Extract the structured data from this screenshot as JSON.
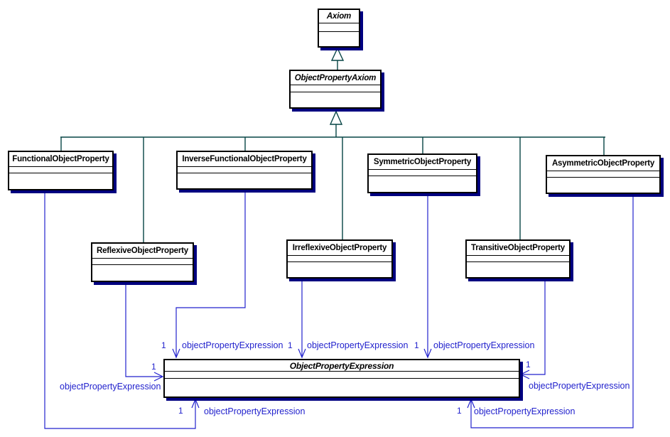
{
  "colors": {
    "association": "#2222cd",
    "generalization": "#074545",
    "box_shadow": "#000080",
    "box_border": "#000000",
    "box_fill": "#ffffff",
    "background": "#ffffff",
    "title_text": "#000000"
  },
  "classes": {
    "axiom": {
      "label": "Axiom",
      "abstract": true
    },
    "object_property_axiom": {
      "label": "ObjectPropertyAxiom",
      "abstract": true
    },
    "functional": {
      "label": "FunctionalObjectProperty",
      "abstract": false
    },
    "inverse_functional": {
      "label": "InverseFunctionalObjectProperty",
      "abstract": false
    },
    "symmetric": {
      "label": "SymmetricObjectProperty",
      "abstract": false
    },
    "asymmetric": {
      "label": "AsymmetricObjectProperty",
      "abstract": false
    },
    "reflexive": {
      "label": "ReflexiveObjectProperty",
      "abstract": false
    },
    "irreflexive": {
      "label": "IrreflexiveObjectProperty",
      "abstract": false
    },
    "transitive": {
      "label": "TransitiveObjectProperty",
      "abstract": false
    },
    "object_property_expression": {
      "label": "ObjectPropertyExpression",
      "abstract": true
    }
  },
  "associations": {
    "functional": {
      "multiplicity": "1",
      "label": "objectPropertyExpression"
    },
    "inverse_functional": {
      "multiplicity": "1",
      "label": "objectPropertyExpression"
    },
    "symmetric": {
      "multiplicity": "1",
      "label": "objectPropertyExpression"
    },
    "asymmetric": {
      "multiplicity": "1",
      "label": "objectPropertyExpression"
    },
    "reflexive": {
      "multiplicity": "1",
      "label": "objectPropertyExpression"
    },
    "irreflexive": {
      "multiplicity": "1",
      "label": "objectPropertyExpression"
    },
    "transitive": {
      "multiplicity": "1",
      "label": "objectPropertyExpression"
    }
  }
}
